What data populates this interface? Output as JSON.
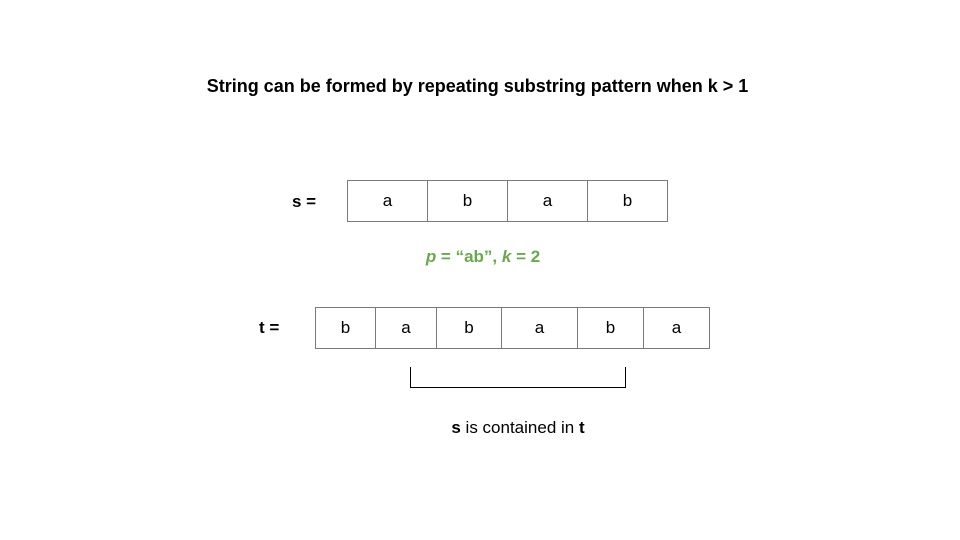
{
  "title": "String can be formed by repeating substring pattern when k > 1",
  "s_row": {
    "label": "s =",
    "cells": [
      "a",
      "b",
      "a",
      "b"
    ]
  },
  "pattern": {
    "p_var": "p",
    "eq1": " = “ab”, ",
    "k_var": "k",
    "eq2": " = 2"
  },
  "t_row": {
    "label": "t =",
    "cells": [
      "b",
      "a",
      "b",
      "a",
      "b",
      "a"
    ]
  },
  "caption": {
    "s": "s",
    "middle": " is contained in ",
    "t": "t"
  }
}
